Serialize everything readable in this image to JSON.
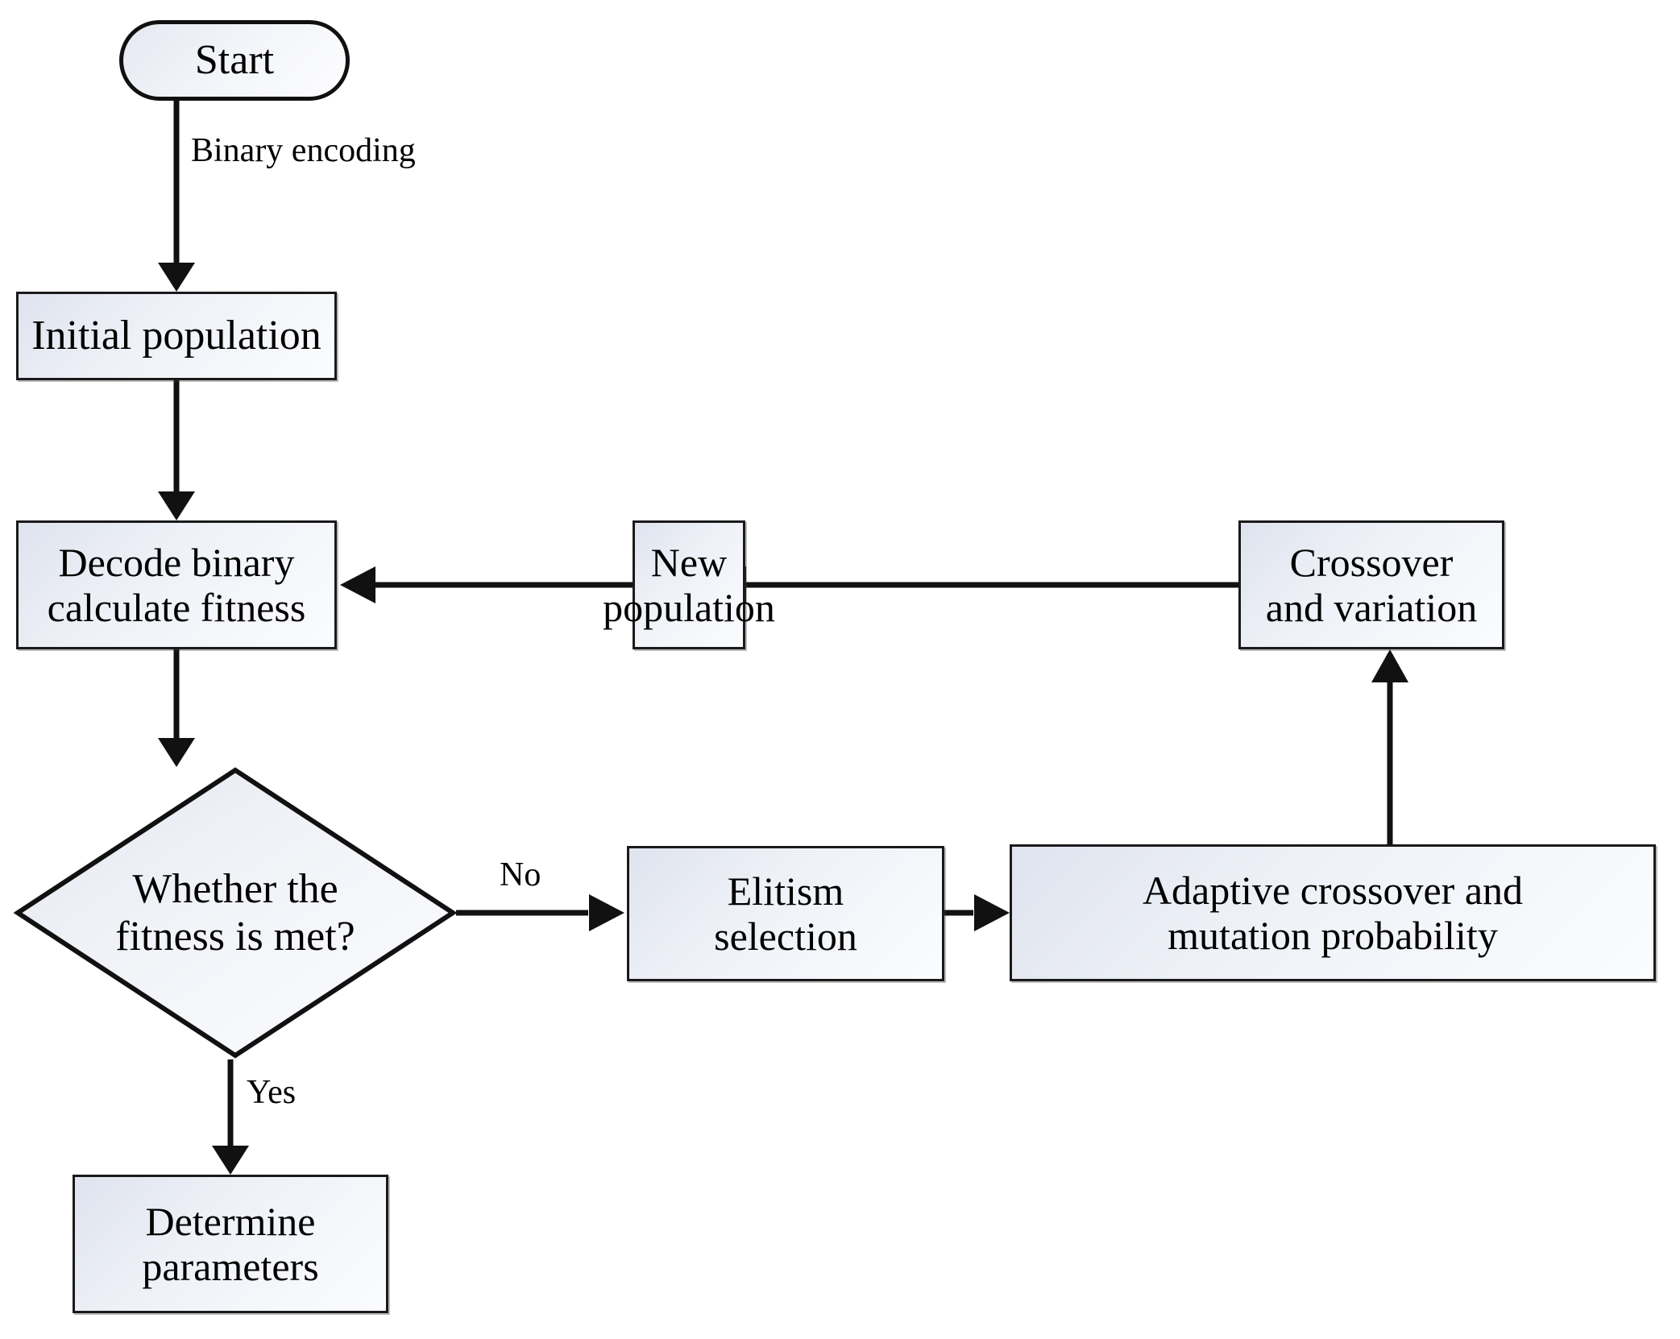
{
  "diagram": {
    "title": "Genetic algorithm parameter optimization flowchart",
    "nodes": {
      "start": {
        "label": "Start",
        "shape": "terminator"
      },
      "initial_population": {
        "label": "Initial population",
        "shape": "process"
      },
      "decode_fitness": {
        "label": "Decode binary\ncalculate fitness",
        "line1": "Decode binary",
        "line2": "calculate fitness",
        "shape": "process"
      },
      "new_population": {
        "label": "New\npopulation",
        "line1": "New",
        "line2": "population",
        "shape": "process"
      },
      "crossover_variation": {
        "label": "Crossover\nand variation",
        "line1": "Crossover",
        "line2": "and variation",
        "shape": "process"
      },
      "fitness_decision": {
        "label": "Whether the\nfitness is met?",
        "line1": "Whether the",
        "line2": "fitness is met?",
        "shape": "decision"
      },
      "elitism_selection": {
        "label": "Elitism\nselection",
        "line1": "Elitism",
        "line2": "selection",
        "shape": "process"
      },
      "adaptive_probability": {
        "label": "Adaptive crossover and\nmutation probability",
        "line1": "Adaptive crossover and",
        "line2": "mutation probability",
        "shape": "process"
      },
      "determine_parameters": {
        "label": "Determine\nparameters",
        "line1": "Determine",
        "line2": "parameters",
        "shape": "process"
      }
    },
    "edge_labels": {
      "binary_encoding": "Binary encoding",
      "no": "No",
      "yes": "Yes"
    },
    "colors": {
      "stroke": "#111111",
      "fill_light": "#fbfcfe",
      "fill_dark": "#dfe3ee",
      "text": "#000000",
      "background": "#ffffff"
    }
  }
}
